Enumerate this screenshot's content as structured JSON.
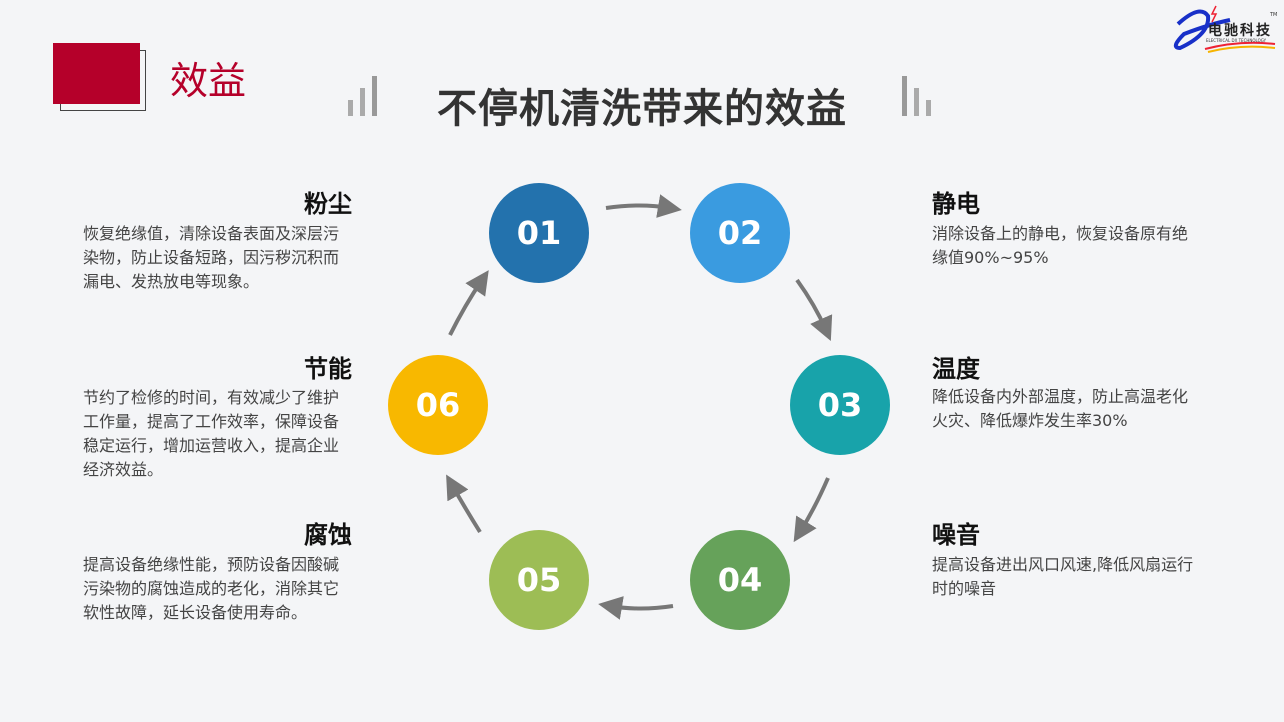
{
  "section_title": "效益",
  "main_title": "不停机清洗带来的效益",
  "logo": {
    "text": "电驰科技",
    "subtext": "ELECTRICAL DX TECHNOLOGY",
    "tm": "TM"
  },
  "steps": [
    {
      "num": "01",
      "color": "#2372ad",
      "title": "粉尘",
      "text": "恢复绝缘值，清除设备表面及深层污染物，防止设备短路，因污秽沉积而漏电、发热放电等现象。"
    },
    {
      "num": "02",
      "color": "#3a9be0",
      "title": "静电",
      "text": "消除设备上的静电，恢复设备原有绝缘值90%~95%"
    },
    {
      "num": "03",
      "color": "#18a3aa",
      "title": "温度",
      "text": "降低设备内外部温度，防止高温老化火灾、降低爆炸发生率30%"
    },
    {
      "num": "04",
      "color": "#66a25a",
      "title": "噪音",
      "text": "提高设备进出风口风速,降低风扇运行时的噪音"
    },
    {
      "num": "05",
      "color": "#9dbd55",
      "title": "腐蚀",
      "text": "提高设备绝缘性能，预防设备因酸碱污染物的腐蚀造成的老化，消除其它软性故障，延长设备使用寿命。"
    },
    {
      "num": "06",
      "color": "#f8b800",
      "title": "节能",
      "text": "节约了检修的时间，有效减少了维护工作量，提高了工作效率，保障设备稳定运行，增加运营收入，提高企业经济效益。"
    }
  ]
}
